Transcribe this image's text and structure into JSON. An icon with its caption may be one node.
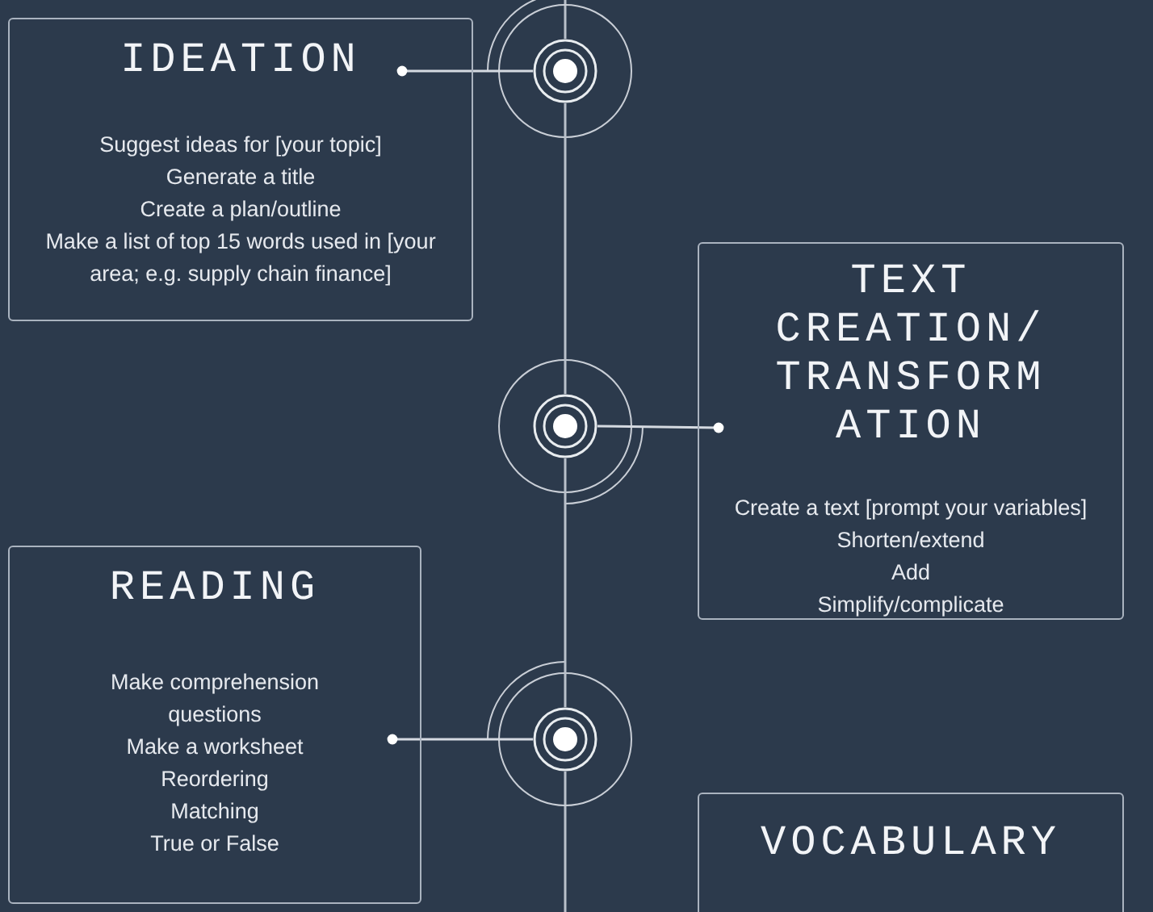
{
  "diagram": {
    "nodes": [
      {
        "text": [
          "IDEATION",
          "Suggest ideas for [your topic]",
          "Generate a title",
          "Create a plan/outline",
          "Make a list of top 15 words used in [your area; e.g. supply chain finance]"
        ]
      },
      {
        "text": [],
        "shape": "circle"
      },
      {
        "text": [
          "TEXT CREATION/TRANSFORMATION",
          "Create a text [prompt your variables]",
          "Shorten/extend",
          "Add",
          "Simplify/complicate"
        ]
      },
      {
        "text": [],
        "shape": "circle"
      },
      {
        "text": [
          "READING",
          "Make comprehension questions",
          "Make a worksheet",
          "Reordering",
          "Matching",
          "True or False"
        ]
      },
      {
        "text": [],
        "shape": "circle"
      },
      {
        "text": [
          "VOCABULARY"
        ]
      }
    ],
    "edges": [
      {
        "from": 0,
        "to": 1,
        "arrow": "other"
      },
      {
        "from": 2,
        "to": 3,
        "arrow": "other"
      },
      {
        "from": 4,
        "to": 5,
        "arrow": "other"
      },
      {
        "from": 1,
        "to": 3,
        "arrow": "none"
      },
      {
        "from": 3,
        "to": 5,
        "arrow": "none"
      }
    ]
  }
}
